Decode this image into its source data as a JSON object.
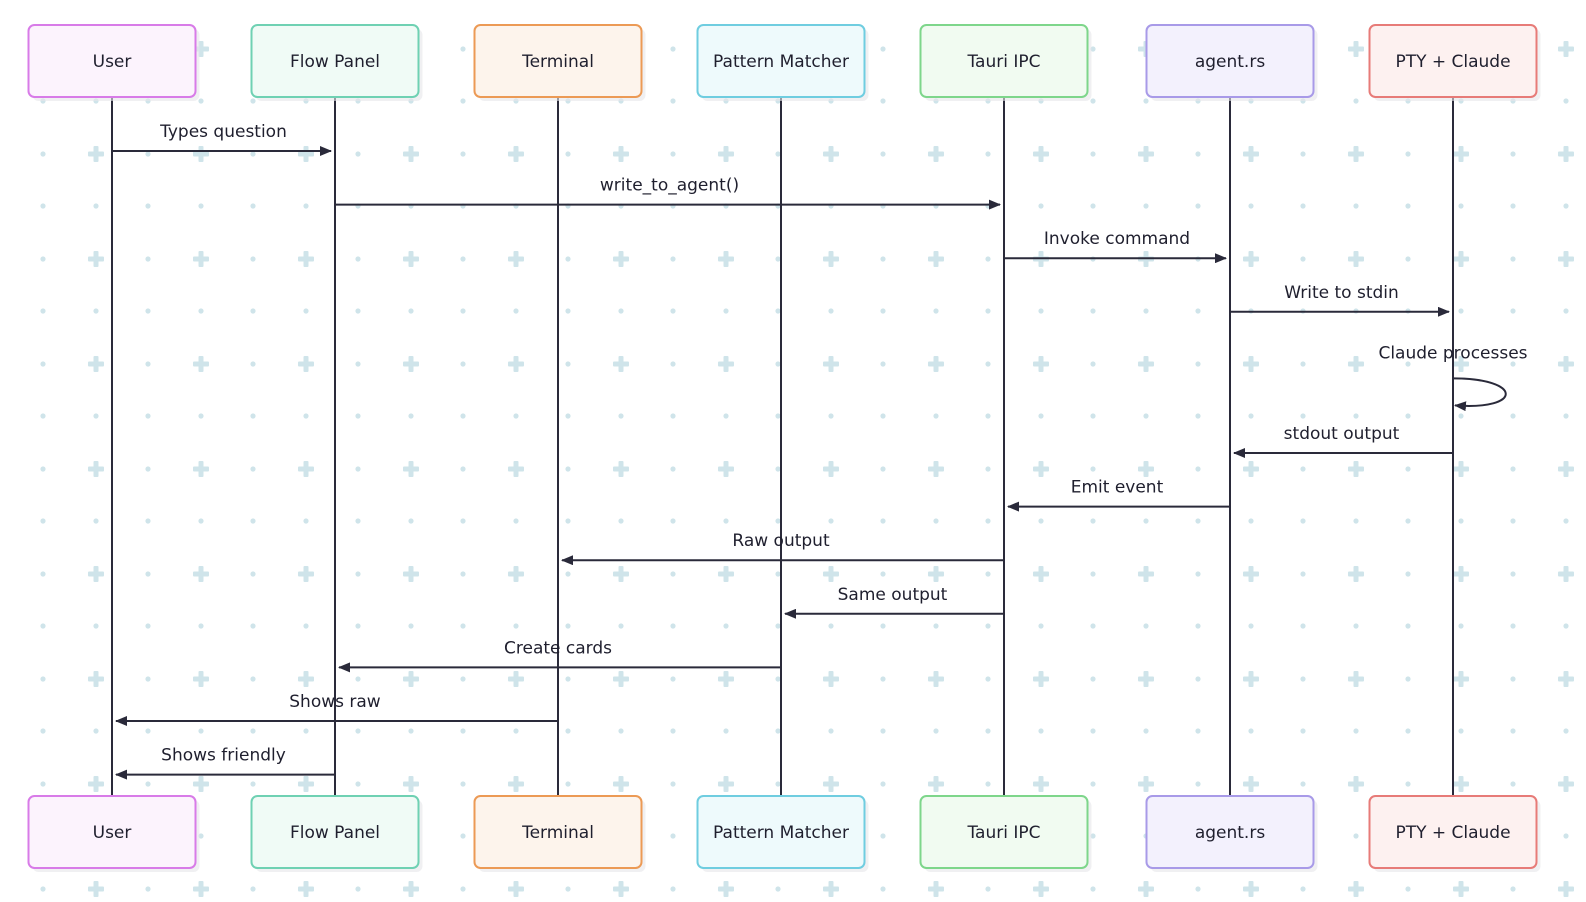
{
  "actors": [
    {
      "id": "user",
      "label": "User",
      "stroke": "#d87be8",
      "fill": "#fcf3fd"
    },
    {
      "id": "flow-panel",
      "label": "Flow Panel",
      "stroke": "#6fd1b3",
      "fill": "#f0fbf6"
    },
    {
      "id": "terminal",
      "label": "Terminal",
      "stroke": "#ec9a55",
      "fill": "#fdf4ec"
    },
    {
      "id": "pattern-matcher",
      "label": "Pattern Matcher",
      "stroke": "#6fcde0",
      "fill": "#eefafc"
    },
    {
      "id": "tauri-ipc",
      "label": "Tauri IPC",
      "stroke": "#7ed68b",
      "fill": "#f1fbf1"
    },
    {
      "id": "agent-rs",
      "label": "agent.rs",
      "stroke": "#a89ae8",
      "fill": "#f3f1fd"
    },
    {
      "id": "pty-claude",
      "label": "PTY + Claude",
      "stroke": "#e77b78",
      "fill": "#fdf1f0"
    }
  ],
  "messages": [
    {
      "from": 0,
      "to": 1,
      "label": "Types question"
    },
    {
      "from": 1,
      "to": 4,
      "label": "write_to_agent()"
    },
    {
      "from": 4,
      "to": 5,
      "label": "Invoke command"
    },
    {
      "from": 5,
      "to": 6,
      "label": "Write to stdin"
    },
    {
      "from": 6,
      "to": 6,
      "label": "Claude processes"
    },
    {
      "from": 6,
      "to": 5,
      "label": "stdout output"
    },
    {
      "from": 5,
      "to": 4,
      "label": "Emit event"
    },
    {
      "from": 4,
      "to": 2,
      "label": "Raw output"
    },
    {
      "from": 4,
      "to": 3,
      "label": "Same output"
    },
    {
      "from": 3,
      "to": 1,
      "label": "Create cards"
    },
    {
      "from": 2,
      "to": 0,
      "label": "Shows raw"
    },
    {
      "from": 1,
      "to": 0,
      "label": "Shows friendly"
    }
  ],
  "colors": {
    "line": "#2a2a3a",
    "text": "#1f1f2e",
    "background_pattern": "#cfe4ea"
  }
}
